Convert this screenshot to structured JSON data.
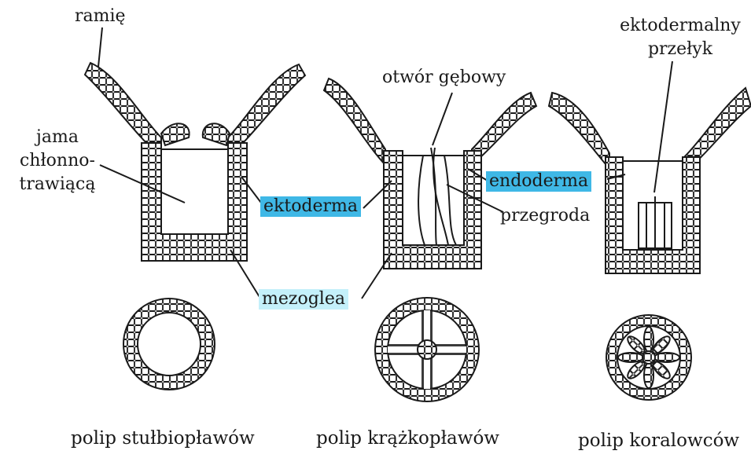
{
  "labels": {
    "ramie": "ramię",
    "jama_line1": "jama",
    "jama_line2": "chłonno-",
    "jama_line3": "trawiącą",
    "ektoderma": "ektoderma",
    "mezoglea": "mezoglea",
    "otwor": "otwór gębowy",
    "endoderma": "endoderma",
    "przegroda": "przegroda",
    "przelyk_line1": "ektodermalny",
    "przelyk_line2": "przełyk"
  },
  "captions": {
    "stulbioplawow": "polip stułbiopławów",
    "krazkoplawow": "polip krążkopławów",
    "koralowcow": "polip koralowców"
  },
  "colors": {
    "highlight_dark": "#3fb8e6",
    "highlight_light": "#c4f0fa",
    "ink": "#1a1a1a"
  }
}
